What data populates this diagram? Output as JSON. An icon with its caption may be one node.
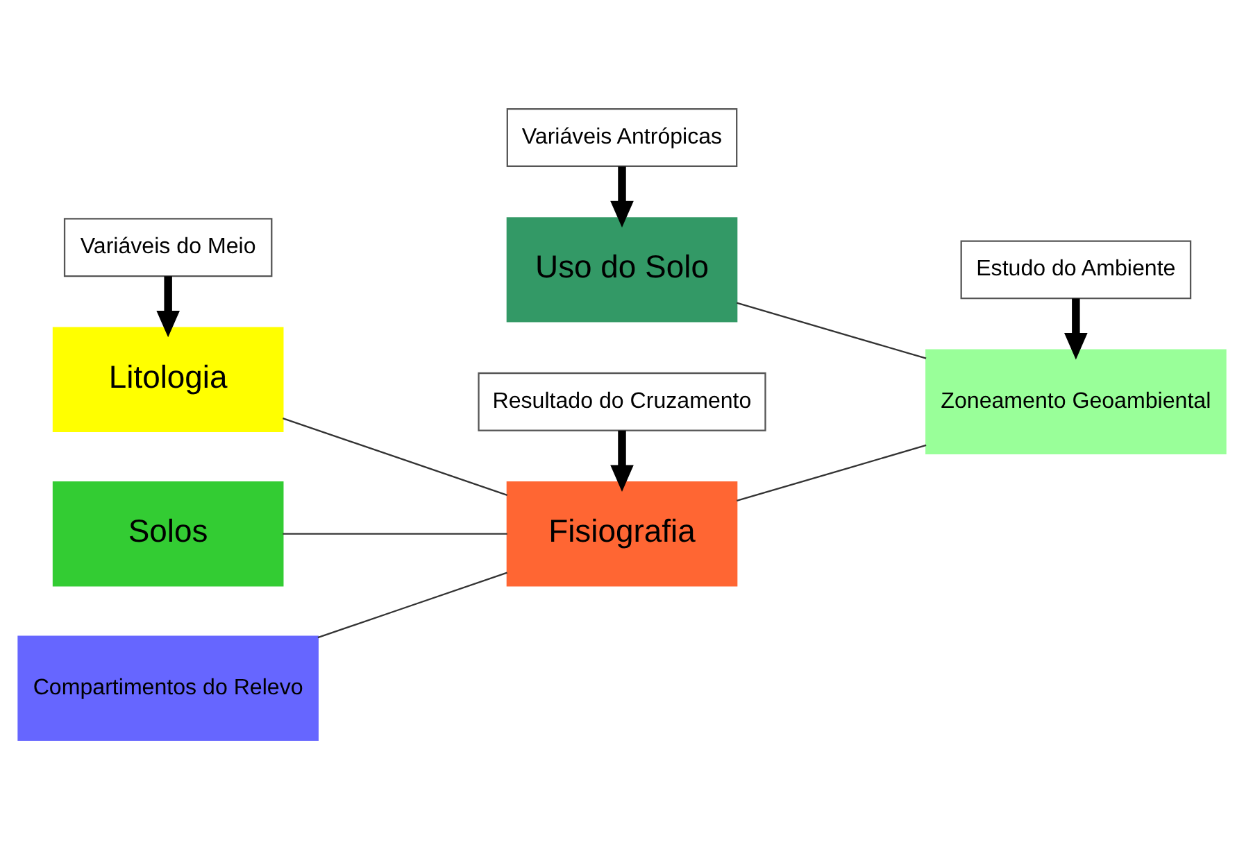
{
  "diagram": {
    "nodes": [
      {
        "text": [
          "Variáveis do Meio"
        ]
      },
      {
        "text": [
          "Litologia"
        ]
      },
      {
        "text": [
          "Solos"
        ]
      },
      {
        "text": [
          "Compartimentos do Relevo"
        ]
      },
      {
        "text": [
          "Resultado do Cruzamento"
        ]
      },
      {
        "text": [
          "Fisiografia"
        ]
      },
      {
        "text": [
          "Variáveis Antrópicas"
        ]
      },
      {
        "text": [
          "Uso do Solo"
        ]
      },
      {
        "text": [
          "Estudo do Ambiente"
        ]
      },
      {
        "text": [
          "Zoneamento Geoambiental"
        ]
      }
    ],
    "edges": [
      {
        "from": 0,
        "to": 1,
        "arrow": "to",
        "style": "thick"
      },
      {
        "from": 1,
        "to": 5,
        "arrow": "none"
      },
      {
        "from": 2,
        "to": 5,
        "arrow": "none"
      },
      {
        "from": 3,
        "to": 5,
        "arrow": "none"
      },
      {
        "from": 4,
        "to": 5,
        "arrow": "to",
        "style": "thick"
      },
      {
        "from": 5,
        "to": 9,
        "arrow": "none"
      },
      {
        "from": 6,
        "to": 7,
        "arrow": "to",
        "style": "thick"
      },
      {
        "from": 7,
        "to": 9,
        "arrow": "none"
      },
      {
        "from": 8,
        "to": 9,
        "arrow": "to",
        "style": "thick"
      }
    ]
  }
}
